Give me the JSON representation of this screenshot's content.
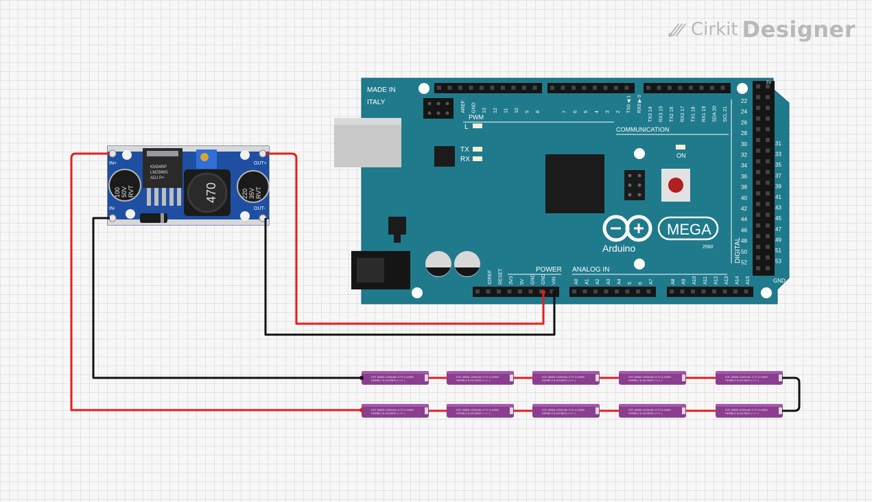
{
  "brand": {
    "prefix": "Cirkit",
    "name": "Designer"
  },
  "arduino": {
    "made_in": "MADE IN",
    "country": "ITALY",
    "pwm": "PWM",
    "communication": "COMMUNICATION",
    "power": "POWER",
    "analog_in": "ANALOG IN",
    "digital": "DIGITAL",
    "brand": "Arduino",
    "model": "MEGA",
    "model_number": "2560",
    "led_l": "L",
    "led_tx": "TX",
    "led_rx": "RX",
    "led_on": "ON",
    "gnd_label": "GND",
    "five_v_label": "5V",
    "top_pins_pwm": [
      "AREF",
      "GND",
      "13",
      "12",
      "11",
      "10",
      "9",
      "8"
    ],
    "top_pins_mid": [
      "7",
      "6",
      "5",
      "4",
      "3",
      "2",
      "TX0 ◀ 1",
      "RX0 ▶ 0"
    ],
    "top_pins_comm": [
      "TX3 14",
      "RX3 15",
      "TX2 16",
      "RX2 17",
      "TX1 18",
      "RX1 19",
      "SDA 20",
      "SCL 21"
    ],
    "power_pins": [
      "IOREF",
      "RESET",
      "3V3",
      "5V",
      "GND",
      "GND",
      "VIN"
    ],
    "analog_pins_a": [
      "A0",
      "A1",
      "A2",
      "A3",
      "A4",
      "5",
      "6",
      "A7"
    ],
    "analog_pins_b": [
      "A8",
      "A9",
      "A10",
      "A11",
      "A12",
      "A13",
      "A14",
      "A15"
    ],
    "digital_left": [
      "22",
      "24",
      "26",
      "28",
      "30",
      "32",
      "34",
      "36",
      "38",
      "40",
      "42",
      "44",
      "46",
      "48",
      "50",
      "52"
    ],
    "digital_right": [
      "31",
      "33",
      "35",
      "37",
      "39",
      "41",
      "43",
      "45",
      "47",
      "49",
      "51",
      "53"
    ]
  },
  "buck_converter": {
    "in_plus": "IN+",
    "in_minus": "IN-",
    "out_plus": "OUT+",
    "out_minus": "OUT-",
    "cap_left": [
      "100",
      "50V",
      "RVT"
    ],
    "cap_right": [
      "220",
      "35V",
      "RVT"
    ],
    "inductor": "470",
    "ic": [
      "KM34RP",
      "LM2596S",
      "ADJ P+"
    ]
  },
  "battery": {
    "label_line1": "ICR 18650-1200mAh 3.7V 4.44Wh",
    "label_line2": "HDRBL2 8-41125H2 | ⌐⌐⌐ |"
  },
  "wire_colors": {
    "positive": "#e51e1e",
    "negative": "#111111"
  }
}
